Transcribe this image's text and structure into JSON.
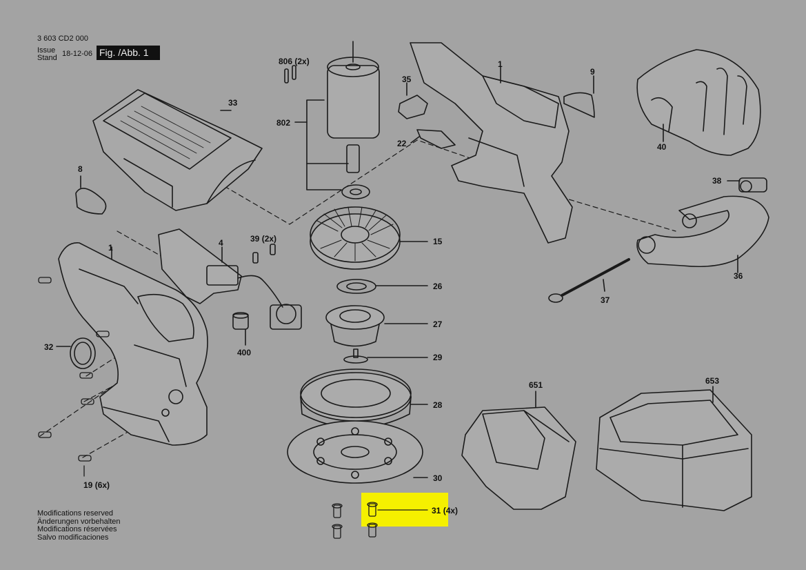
{
  "header": {
    "doc_number": "3 603 CD2 000",
    "issue_label": "Issue",
    "stand_label": "Stand",
    "date": "18-12-06",
    "figure_label": "Fig. /Abb. 1"
  },
  "parts": [
    {
      "id": "806",
      "qty": "(2x)"
    },
    {
      "id": "802",
      "qty": ""
    },
    {
      "id": "35",
      "qty": ""
    },
    {
      "id": "1",
      "qty": ""
    },
    {
      "id": "9",
      "qty": ""
    },
    {
      "id": "33",
      "qty": ""
    },
    {
      "id": "22",
      "qty": ""
    },
    {
      "id": "40",
      "qty": ""
    },
    {
      "id": "8",
      "qty": ""
    },
    {
      "id": "38",
      "qty": ""
    },
    {
      "id": "1",
      "qty": ""
    },
    {
      "id": "4",
      "qty": ""
    },
    {
      "id": "39",
      "qty": "(2x)"
    },
    {
      "id": "15",
      "qty": ""
    },
    {
      "id": "26",
      "qty": ""
    },
    {
      "id": "36",
      "qty": ""
    },
    {
      "id": "37",
      "qty": ""
    },
    {
      "id": "27",
      "qty": ""
    },
    {
      "id": "400",
      "qty": ""
    },
    {
      "id": "32",
      "qty": ""
    },
    {
      "id": "29",
      "qty": ""
    },
    {
      "id": "651",
      "qty": ""
    },
    {
      "id": "653",
      "qty": ""
    },
    {
      "id": "28",
      "qty": ""
    },
    {
      "id": "30",
      "qty": ""
    },
    {
      "id": "19",
      "qty": "(6x)"
    },
    {
      "id": "31",
      "qty": "(4x)"
    }
  ],
  "footer": [
    "Modifications reserved",
    "Änderungen vorbehalten",
    "Modifications réservées",
    "Salvo modificaciones"
  ],
  "highlight": {
    "part": "31",
    "color": "#f5f000"
  }
}
